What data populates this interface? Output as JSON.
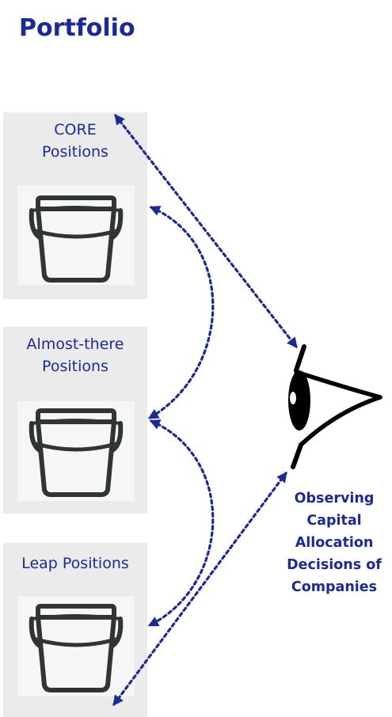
{
  "title": "Portfolio",
  "panels": [
    {
      "label": "CORE\nPositions",
      "icon": "bucket-icon"
    },
    {
      "label": "Almost-there\nPositions",
      "icon": "bucket-icon"
    },
    {
      "label": "Leap Positions",
      "icon": "bucket-icon"
    }
  ],
  "observer": {
    "icon": "eye-icon",
    "caption": "Observing\nCapital\nAllocation\nDecisions of\nCompanies"
  },
  "colors": {
    "accent": "#1c2a97",
    "panel_bg": "#ebebeb",
    "icon_stroke": "#2f3532"
  }
}
